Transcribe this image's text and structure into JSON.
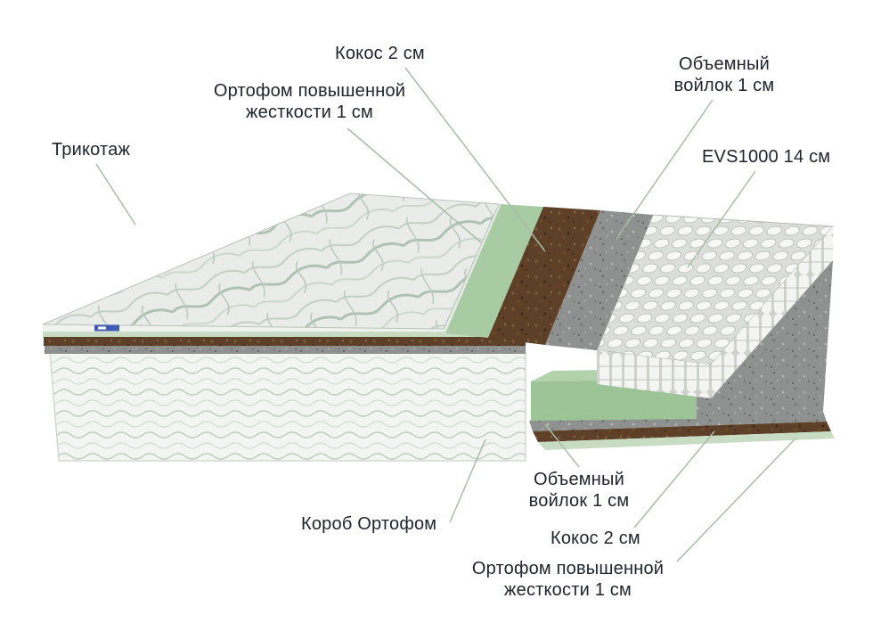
{
  "diagram": {
    "type": "mattress-layers-cutaway",
    "labels": {
      "knit_top": "Трикотаж",
      "ortho_top": "Ортофом повышенной\nжесткости 1 см",
      "coconut_top": "Кокос 2 см",
      "felt_top": "Объемный\nвойлок 1 см",
      "springs": "EVS1000 14 см",
      "felt_bottom": "Объемный\nвойлок 1 см",
      "box": "Короб Ортофом",
      "coconut_bottom": "Кокос 2 см",
      "ortho_bottom": "Ортофом повышенной\nжесткости 1 см"
    },
    "colors": {
      "text": "#20242c",
      "leader_line": "#a7bda7",
      "foam_green": "#9cc497",
      "foam_green_light": "#b2d2ac",
      "foam_strip_green": "#a9cba4",
      "foam_pale": "#c8dcc4",
      "coconut_brown": "#5d4027",
      "felt_gray": "#8f9090",
      "spring_white": "#f4f5f2",
      "sheet_light": "#e9ece8",
      "tag_blue": "#3f5bb5"
    }
  }
}
